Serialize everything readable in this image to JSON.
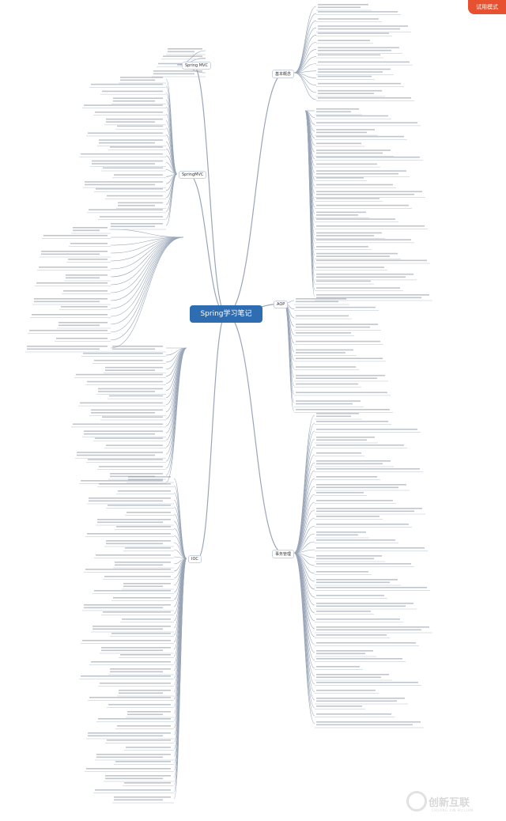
{
  "header": {
    "trial_label": "试用模式"
  },
  "center": {
    "title": "Spring学习笔记"
  },
  "branches": {
    "basic": "基本概念",
    "spring_mvc": "Spring MVC",
    "springmvc2": "SpringMVC",
    "ioc": "IOC",
    "aop": "AOP",
    "tx": "事务管理"
  },
  "watermark": {
    "title": "创新互联",
    "sub": "CHUANG XIN HU LIAN"
  }
}
